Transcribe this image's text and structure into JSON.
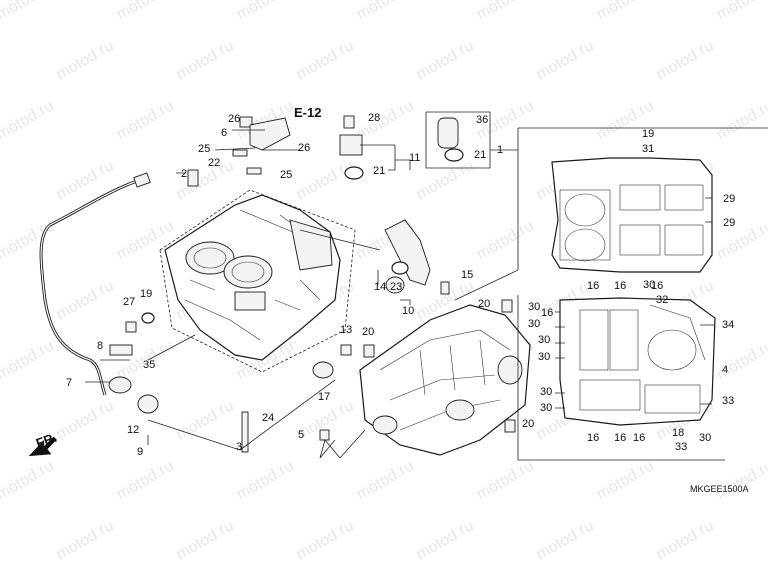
{
  "watermark": "motod.ru",
  "diagram_code": "MKGEE1500A",
  "ref_label": "E-12",
  "direction_label": "FR.",
  "callouts": [
    "1",
    "2",
    "3",
    "4",
    "5",
    "6",
    "7",
    "8",
    "9",
    "10",
    "11",
    "12",
    "13",
    "14",
    "15",
    "16",
    "17",
    "18",
    "19",
    "20",
    "21",
    "22",
    "23",
    "24",
    "25",
    "26",
    "27",
    "28",
    "29",
    "30",
    "31",
    "32",
    "33",
    "34",
    "35",
    "36"
  ]
}
